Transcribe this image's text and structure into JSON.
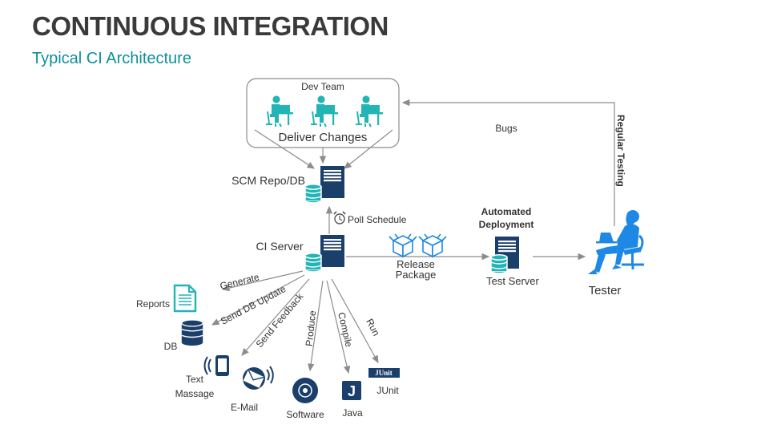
{
  "header": {
    "title": "CONTINUOUS INTEGRATION",
    "subtitle": "Typical CI Architecture"
  },
  "colors": {
    "teal": "#23b5b5",
    "navy": "#1b3f6b",
    "blue": "#1e88e5",
    "arrow": "#8c8c8c"
  },
  "dev_team": {
    "label": "Dev Team",
    "deliver_label": "Deliver Changes",
    "icon": "developer-at-desk-icon"
  },
  "scm": {
    "label": "SCM Repo/DB",
    "icon": "server-database-icon"
  },
  "poll": {
    "label": "Poll Schedule",
    "icon": "alarm-clock-icon"
  },
  "ci_server": {
    "label": "CI Server",
    "icon": "server-database-icon"
  },
  "release": {
    "line1": "Release",
    "line2": "Package",
    "icon": "open-box-icon"
  },
  "deployment": {
    "line1": "Automated",
    "line2": "Deployment"
  },
  "test_server": {
    "label": "Test Server",
    "icon": "server-database-icon"
  },
  "tester": {
    "label": "Tester",
    "icon": "person-at-laptop-icon"
  },
  "feedback": {
    "regular_testing": "Regular Testing",
    "bugs": "Bugs"
  },
  "actions": {
    "generate": "Generate",
    "send_db_update": "Send DB Update",
    "send_feedback": "Send Feedback",
    "produce": "Produce",
    "compile": "Compile",
    "run": "Run"
  },
  "outputs": {
    "reports": "Reports",
    "db": "DB",
    "text_line1": "Text",
    "text_line2": "Massage",
    "email": "E-Mail",
    "software": "Software",
    "java": "Java",
    "java_glyph": "J",
    "junit": "JUnit",
    "junit_badge": "JUnit"
  }
}
